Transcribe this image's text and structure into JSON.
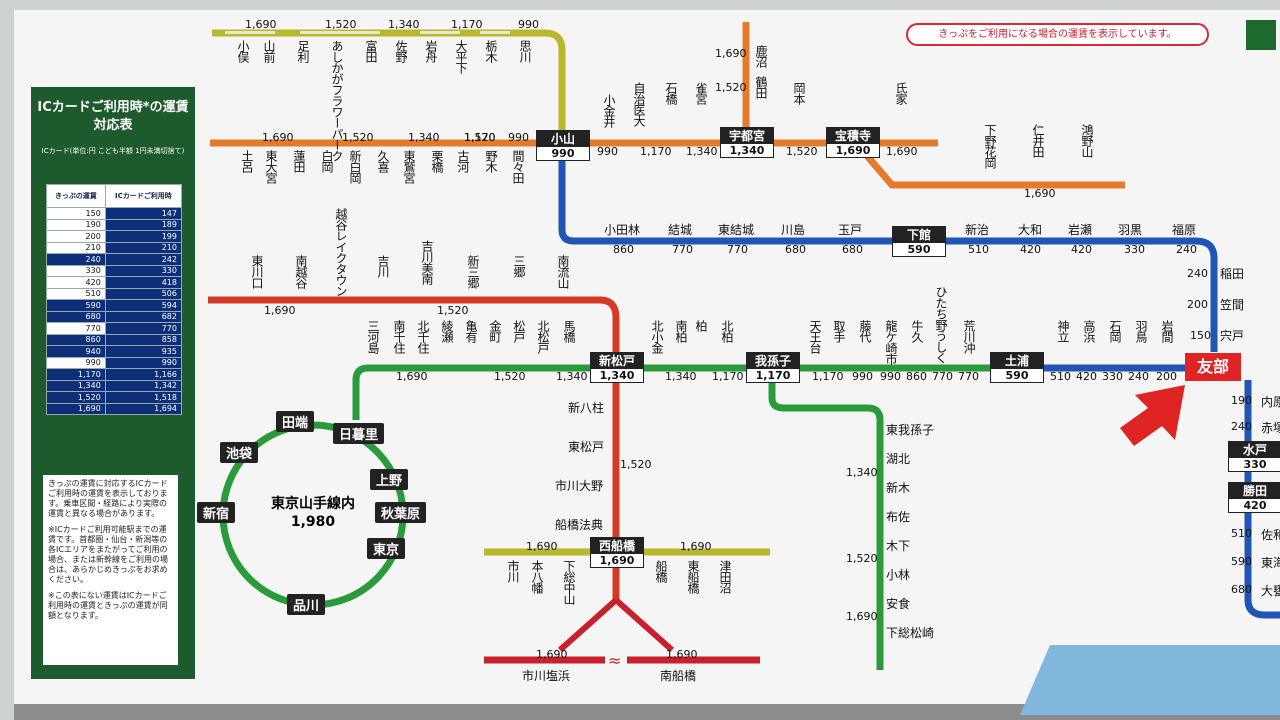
{
  "notice": "きっぷをご利用になる場合の運賃を表示しています。",
  "panel": {
    "title": "ICカードご利用時*の運賃対応表",
    "subtitle": "ICカード(単位:円 こども半額 1円未満切捨て)",
    "col_ticket": "きっぷの運賃",
    "col_ic": "ICカードご利用時",
    "rows": [
      [
        "150",
        "147"
      ],
      [
        "190",
        "189"
      ],
      [
        "200",
        "199"
      ],
      [
        "210",
        "210"
      ],
      [
        "240",
        "242"
      ],
      [
        "330",
        "330"
      ],
      [
        "420",
        "418"
      ],
      [
        "510",
        "506"
      ],
      [
        "590",
        "594"
      ],
      [
        "680",
        "682"
      ],
      [
        "770",
        "770"
      ],
      [
        "860",
        "858"
      ],
      [
        "940",
        "935"
      ],
      [
        "990",
        "990"
      ],
      [
        "1,170",
        "1,166"
      ],
      [
        "1,340",
        "1,342"
      ],
      [
        "1,520",
        "1,518"
      ],
      [
        "1,690",
        "1,694"
      ]
    ],
    "notes": [
      "きっぷの運賃に対応するICカードご利用時の運賃を表示しております。乗車区間・経路により実際の運賃と異なる場合があります。",
      "※ICカードご利用可能駅までの運賃です。首都圏・仙台・新潟等の各ICエリアをまたがってご利用の場合、または新幹線をご利用の場合は、あらかじめきっぷをお求めください。",
      "※この表にない運賃はICカードご利用時の運賃ときっぷの運賃が同額となります。"
    ]
  },
  "current_station": "友部",
  "yamanote": {
    "name": "東京山手線内",
    "fare": "1,980",
    "stations": [
      "田端",
      "日暮里",
      "池袋",
      "上野",
      "秋葉原",
      "新宿",
      "東京",
      "品川"
    ]
  },
  "boxed_stations": {
    "oyama": {
      "name": "小山",
      "fare": "990"
    },
    "utsunomiya": {
      "name": "宇都宮",
      "fare": "1,340"
    },
    "hoshakuji": {
      "name": "宝積寺",
      "fare": "1,690"
    },
    "shimodate": {
      "name": "下館",
      "fare": "590"
    },
    "shinmatsudo": {
      "name": "新松戸",
      "fare": "1,340"
    },
    "abiko": {
      "name": "我孫子",
      "fare": "1,170"
    },
    "tsuchiura": {
      "name": "土浦",
      "fare": "590"
    },
    "mito": {
      "name": "水戸",
      "fare": "330"
    },
    "katsuta": {
      "name": "勝田",
      "fare": "420"
    },
    "nishifunabashi": {
      "name": "西船橋",
      "fare": "1,690"
    }
  },
  "ryomo": {
    "stations": [
      "小俣",
      "山前",
      "足利",
      "あしかがフラワーパーク",
      "富田",
      "佐野",
      "岩舟",
      "大平下",
      "栃木",
      "思川"
    ],
    "fares": [
      "1,690",
      "1,520",
      "1,340",
      "1,170",
      "990"
    ]
  },
  "utsunomiya_line": {
    "stations_west": [
      "古河",
      "野木",
      "間々田"
    ],
    "fares_west": [
      "1,520",
      "990"
    ],
    "stations_east": [
      "自治医大",
      "石橋",
      "雀宮",
      "岡本",
      "氏家"
    ],
    "fares_east": [
      "990",
      "1,170",
      "1,340",
      "1,520",
      "1,690"
    ],
    "koganei": "小金井"
  },
  "takasaki": {
    "stations": [
      "土呂",
      "東大宮",
      "蓮田",
      "白岡",
      "新白岡",
      "久喜",
      "東鷲宮",
      "栗橋"
    ],
    "fares": [
      "1,690",
      "1,520",
      "1,340",
      "1,170"
    ]
  },
  "nikko": {
    "stations": [
      "鶴田",
      "鹿沼"
    ],
    "fares": [
      "1,520",
      "1,690"
    ]
  },
  "karasuyama": {
    "stations": [
      "下野花岡",
      "仁井田",
      "鴻野山"
    ],
    "fare": "1,690"
  },
  "mito_line": {
    "stations": [
      "小田林",
      "結城",
      "東結城",
      "川島",
      "玉戸",
      "新治",
      "大和",
      "岩瀬",
      "羽黒",
      "福原"
    ],
    "fares": [
      "860",
      "770",
      "770",
      "680",
      "680",
      "510",
      "420",
      "420",
      "330",
      "240"
    ]
  },
  "joban_kasama": {
    "stations": [
      "稲田",
      "笠間",
      "宍戸"
    ],
    "fares": [
      "240",
      "200",
      "150"
    ]
  },
  "musashino": {
    "stations": [
      "東川口",
      "南越谷",
      "越谷レイクタウン",
      "吉川",
      "吉川美南",
      "新三郷",
      "三郷",
      "南流山"
    ],
    "fares": [
      "1,690",
      "1,520"
    ]
  },
  "joban_mid": {
    "stations_w": [
      "三河島",
      "南千住",
      "北千住",
      "綾瀬",
      "亀有",
      "金町",
      "松戸",
      "北松戸",
      "馬橋"
    ],
    "fares_w": [
      "1,690",
      "1,520",
      "1,340"
    ],
    "stations_m": [
      "北小金",
      "南柏",
      "柏",
      "北柏"
    ],
    "fares_m": [
      "1,340",
      "1,170"
    ],
    "stations_e": [
      "天王台",
      "取手",
      "藤代",
      "龍ケ崎市",
      "牛久",
      "ひたち野うしく",
      "荒川沖",
      "神立",
      "高浜",
      "石岡",
      "羽鳥",
      "岩間"
    ],
    "fares_e": [
      "1,170",
      "990",
      "990",
      "860",
      "770",
      "770",
      "510",
      "420",
      "330",
      "240",
      "200"
    ]
  },
  "narita": {
    "stations": [
      "東我孫子",
      "湖北",
      "新木",
      "布佐",
      "木下",
      "小林",
      "安食",
      "下総松崎"
    ],
    "fares": [
      "1,340",
      "1,520",
      "1,690"
    ]
  },
  "musashino_south": {
    "stations": [
      "新八柱",
      "東松戸",
      "市川大野",
      "船橋法典"
    ],
    "fare": "1,520"
  },
  "keiyo": {
    "stations_w": [
      "市川",
      "本八幡",
      "下総中山"
    ],
    "stations_e": [
      "船橋",
      "東船橋",
      "津田沼"
    ],
    "fares": [
      "1,690",
      "1,690"
    ]
  },
  "keiyo_s": {
    "stations": [
      "市川塩浜",
      "南船橋"
    ],
    "fares": [
      "1,690",
      "1,690"
    ]
  },
  "mito_south": {
    "stations": [
      "内原",
      "赤塚"
    ],
    "fares": [
      "190",
      "240"
    ]
  },
  "hitachi": {
    "stations": [
      "佐和",
      "東海",
      "大甕"
    ],
    "fares": [
      "510",
      "590",
      "680"
    ]
  }
}
